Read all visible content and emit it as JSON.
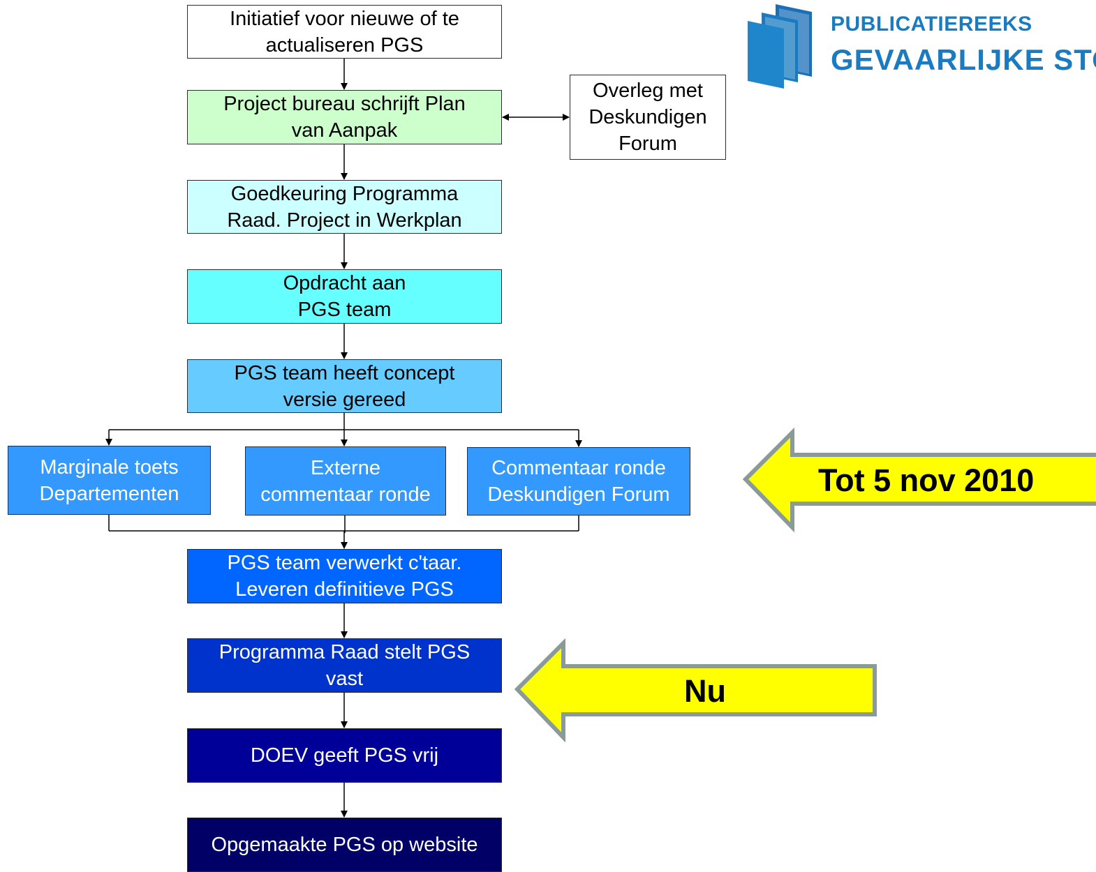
{
  "logo": {
    "line1": "PUBLICATIEREEKS",
    "line2": "GEVAARLIJKE STO",
    "icon": "stacked-books-icon",
    "color": "#1a7bc0"
  },
  "flow": {
    "initiatief": {
      "label": "Initiatief voor nieuwe of te\nactualiseren PGS",
      "fill": "#ffffff"
    },
    "plan_van_aanpak": {
      "label": "Project bureau schrijft Plan\nvan Aanpak",
      "fill": "#ccffcc"
    },
    "overleg": {
      "label": "Overleg met\nDeskundigen\nForum",
      "fill": "#ffffff"
    },
    "goedkeuring": {
      "label": "Goedkeuring Programma\nRaad. Project in Werkplan",
      "fill": "#ccffff"
    },
    "opdracht": {
      "label": "Opdracht aan\nPGS team",
      "fill": "#66ffff"
    },
    "concept": {
      "label": "PGS team heeft concept\nversie gereed",
      "fill": "#66ccff"
    },
    "marginale_toets": {
      "label": "Marginale toets\nDepartementen",
      "fill": "#3399ff"
    },
    "externe_commentaar": {
      "label": "Externe\ncommentaar ronde",
      "fill": "#3399ff"
    },
    "commentaar_forum": {
      "label": "Commentaar ronde\nDeskundigen Forum",
      "fill": "#3399ff"
    },
    "verwerkt": {
      "label": "PGS team verwerkt c'taar.\nLeveren definitieve PGS",
      "fill": "#0066ff"
    },
    "vaststelling": {
      "label": "Programma Raad stelt PGS\nvast",
      "fill": "#0033cc"
    },
    "vrijgave": {
      "label": "DOEV geeft PGS vrij",
      "fill": "#000099"
    },
    "website": {
      "label": "Opgemaakte PGS op website",
      "fill": "#000066"
    }
  },
  "callouts": {
    "deadline": {
      "label": "Tot 5 nov 2010",
      "fill": "#ffff00",
      "border": "#8a9a98"
    },
    "now": {
      "label": "Nu",
      "fill": "#ffff00",
      "border": "#8a9a98"
    }
  }
}
